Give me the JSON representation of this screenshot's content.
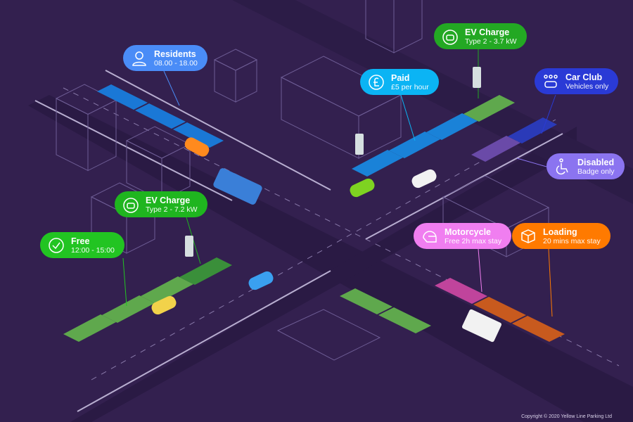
{
  "colors": {
    "background": "#33204f",
    "road": "#2a1a44",
    "outline": "#6d5c94",
    "free": "#5fa84d",
    "ev": "#3a8f3a",
    "resident": "#1a78d6",
    "paid": "#1a82d8",
    "carclub": "#2a3ab8",
    "disabled": "#6a4aa8",
    "motorcycle": "#c0449c",
    "loading": "#c85a1e"
  },
  "labels": [
    {
      "id": "residents",
      "title": "Residents",
      "subtitle": "08.00 - 18.00",
      "icon": "person-icon",
      "color": "#4a8cf7"
    },
    {
      "id": "ev-charge-top",
      "title": "EV Charge",
      "subtitle": "Type 2 - 3.7 kW",
      "icon": "ev-plug-icon",
      "color": "#23a823"
    },
    {
      "id": "paid",
      "title": "Paid",
      "subtitle": "£5 per hour",
      "icon": "pound-icon",
      "color": "#0bb4f4"
    },
    {
      "id": "car-club",
      "title": "Car Club",
      "subtitle": "Vehicles only",
      "icon": "car-club-icon",
      "color": "#2a3ad6"
    },
    {
      "id": "disabled",
      "title": "Disabled",
      "subtitle": "Badge only",
      "icon": "wheelchair-icon",
      "color": "#8b74f0"
    },
    {
      "id": "ev-charge-left",
      "title": "EV Charge",
      "subtitle": "Type 2 - 7.2 kW",
      "icon": "ev-plug-icon",
      "color": "#1fb51f"
    },
    {
      "id": "free",
      "title": "Free",
      "subtitle": "12:00 - 15:00",
      "icon": "checkmark-icon",
      "color": "#22c422"
    },
    {
      "id": "motorcycle",
      "title": "Motorcycle",
      "subtitle": "Free 2h max stay",
      "icon": "helmet-icon",
      "color": "#f07ef0"
    },
    {
      "id": "loading",
      "title": "Loading",
      "subtitle": "20 mins max stay",
      "icon": "box-icon",
      "color": "#ff7a00"
    }
  ],
  "copyright": "Copyright © 2020 Yellow Line Parking Ltd"
}
